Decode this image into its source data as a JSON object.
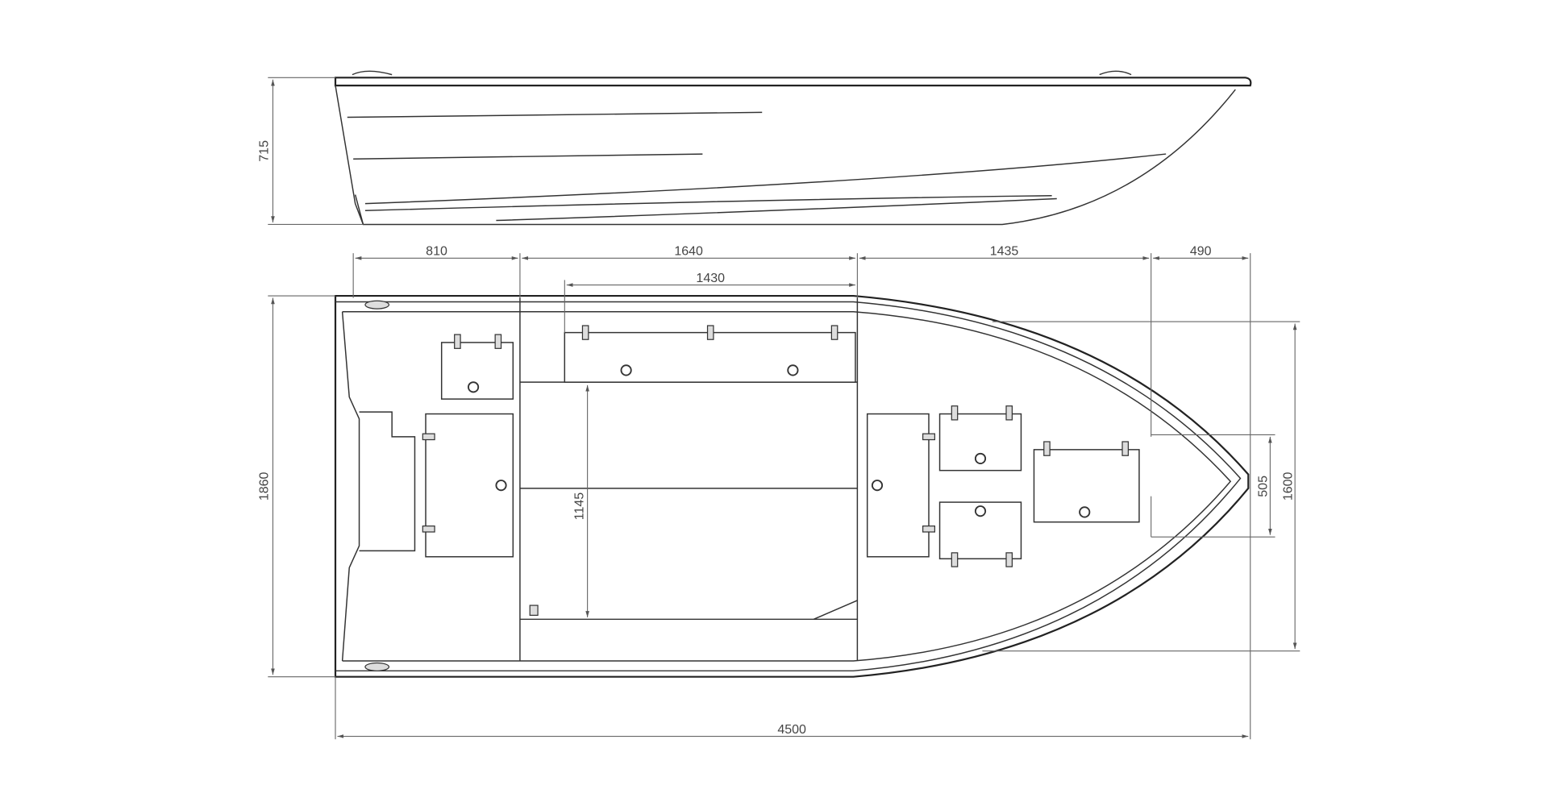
{
  "drawing": {
    "side_view": {
      "height_dim": "715"
    },
    "top_view": {
      "dims": {
        "stern_section": "810",
        "mid_section": "1640",
        "bench": "1430",
        "fore_section": "1435",
        "bow_section": "490",
        "overall_width": "1860",
        "inner_width": "1145",
        "fore_width": "1600",
        "bow_width": "505",
        "overall_length": "4500"
      }
    }
  }
}
